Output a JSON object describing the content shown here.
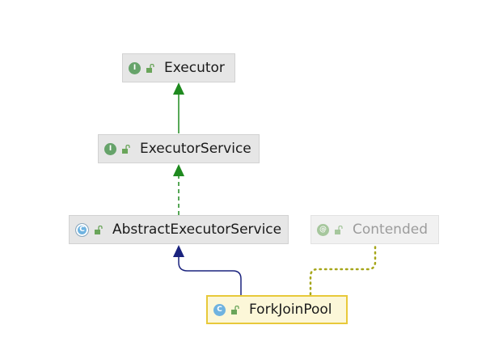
{
  "diagram": {
    "nodes": {
      "executor": {
        "label": "Executor",
        "kind": "interface",
        "badge": "I"
      },
      "executor_service": {
        "label": "ExecutorService",
        "kind": "interface",
        "badge": "I"
      },
      "abstract_executor_service": {
        "label": "AbstractExecutorService",
        "kind": "abstract-class",
        "badge": "C"
      },
      "contended": {
        "label": "Contended",
        "kind": "annotation",
        "badge": "@"
      },
      "fork_join_pool": {
        "label": "ForkJoinPool",
        "kind": "class",
        "badge": "C"
      }
    },
    "edges": [
      {
        "from": "executor_service",
        "to": "executor",
        "type": "extends",
        "color": "#1f8a1f"
      },
      {
        "from": "abstract_executor_service",
        "to": "executor_service",
        "type": "implements",
        "color": "#1f8a1f"
      },
      {
        "from": "fork_join_pool",
        "to": "abstract_executor_service",
        "type": "extends",
        "color": "#1a237e"
      },
      {
        "from": "fork_join_pool",
        "to": "contended",
        "type": "annotated-by",
        "color": "#a6a61a"
      }
    ]
  }
}
